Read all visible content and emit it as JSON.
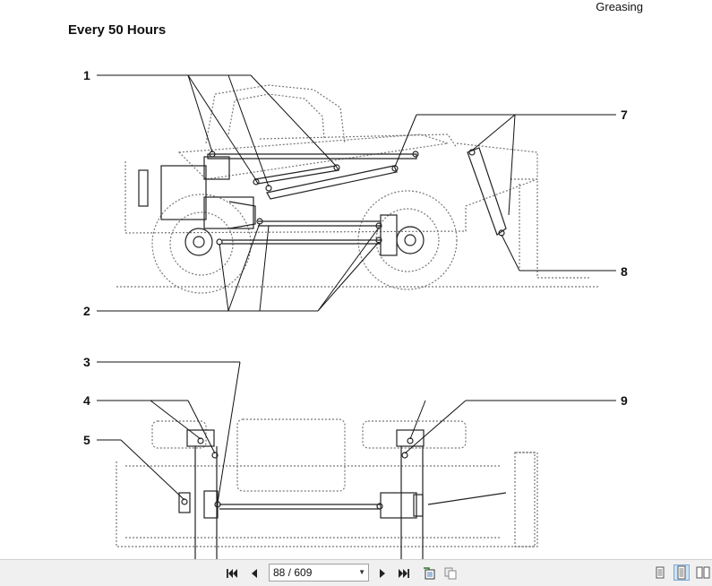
{
  "header": {
    "section": "Greasing"
  },
  "page_title": "Every 50 Hours",
  "callouts": {
    "c1": "1",
    "c2": "2",
    "c3": "3",
    "c4": "4",
    "c5": "5",
    "c7": "7",
    "c8": "8",
    "c9": "9"
  },
  "toolbar": {
    "page_indicator": "88 / 609",
    "icons": [
      "first-page-icon",
      "prev-page-icon",
      "next-page-icon",
      "last-page-icon",
      "export-icon",
      "copy-icon",
      "single-page-view-icon",
      "continuous-view-icon",
      "facing-view-icon"
    ]
  }
}
